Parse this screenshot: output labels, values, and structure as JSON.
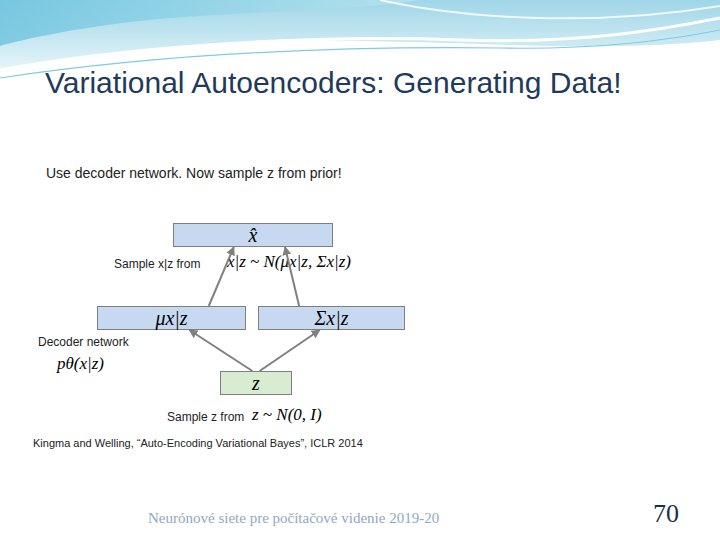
{
  "diagram": {
    "title": "Variational Autoencoders: Generating Data!",
    "nodes": [
      {
        "text": [
          "x̂"
        ]
      },
      {
        "text": [
          "μx|z"
        ]
      },
      {
        "text": [
          "Σx|z"
        ]
      },
      {
        "text": [
          "z"
        ]
      }
    ],
    "edges": [
      {
        "from": 3,
        "to": 1,
        "arrow": "to"
      },
      {
        "from": 3,
        "to": 2,
        "arrow": "to"
      },
      {
        "from": 1,
        "to": 0,
        "arrow": "to"
      },
      {
        "from": 2,
        "to": 0,
        "arrow": "to"
      }
    ],
    "labels": [
      "Use decoder network. Now sample z from prior!",
      "Sample x|z from",
      "x|z ~ N(μx|z, Σx|z)",
      "Decoder network",
      "pθ(x|z)",
      "Sample z from",
      "z ~ N(0, I)",
      "Kingma and Welling, “Auto-Encoding Variational Bayes”, ICLR 2014",
      "Neurónové siete pre počítačové videnie 2019-20",
      "70"
    ]
  }
}
